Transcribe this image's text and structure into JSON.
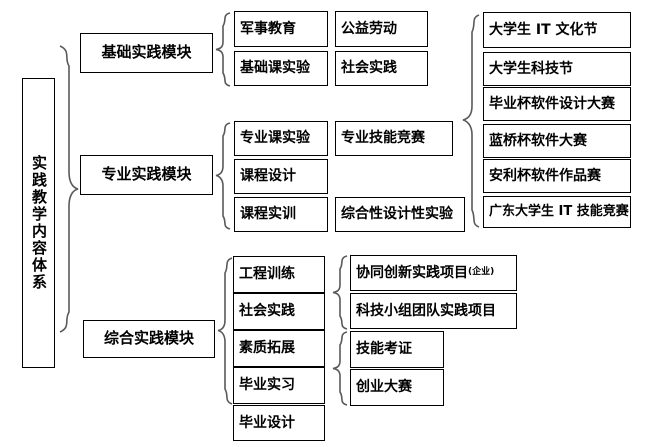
{
  "diagram": {
    "title": "实践教学内容体系",
    "root": {
      "label": "实践教学内容体系"
    },
    "modules": [
      {
        "id": "basic",
        "label": "基础实践模块"
      },
      {
        "id": "major",
        "label": "专业实践模块"
      },
      {
        "id": "comprehensive",
        "label": "综合实践模块"
      }
    ],
    "basic_items": [
      {
        "label": "军事教育"
      },
      {
        "label": "公益劳动"
      },
      {
        "label": "基础课实验"
      },
      {
        "label": "社会实践"
      }
    ],
    "major_items": [
      {
        "label": "专业课实验"
      },
      {
        "label": "专业技能竞赛"
      },
      {
        "label": "课程设计"
      },
      {
        "label": "课程实训"
      },
      {
        "label": "综合性设计性实验"
      }
    ],
    "competition_items": [
      {
        "label": "大学生 IT 文化节"
      },
      {
        "label": "大学生科技节"
      },
      {
        "label": "毕业杯软件设计大赛"
      },
      {
        "label": "蓝桥杯软件大赛"
      },
      {
        "label": "安利杯软件作品赛"
      },
      {
        "label": "广东大学生 IT 技能竞赛"
      }
    ],
    "comprehensive_items": [
      {
        "label": "工程训练"
      },
      {
        "label": "社会实践"
      },
      {
        "label": "素质拓展"
      },
      {
        "label": "毕业实习"
      },
      {
        "label": "毕业设计"
      }
    ],
    "engineering_sub_items": [
      {
        "label": "协同创新实践项目",
        "suffix": "(企业)"
      },
      {
        "label": "科技小组团队实践项目",
        "suffix": ""
      }
    ],
    "quality_sub_items": [
      {
        "label": "技能考证"
      },
      {
        "label": "创业大赛"
      }
    ],
    "colors": {
      "line": "#000000",
      "background": "#ffffff",
      "text": "#000000"
    }
  }
}
